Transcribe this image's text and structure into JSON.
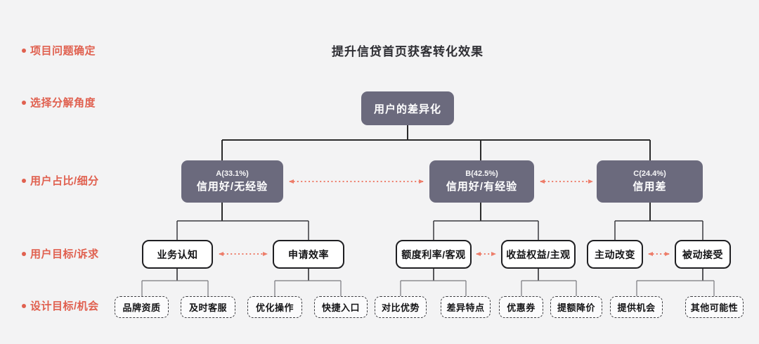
{
  "page": {
    "title": "提升信贷首页获客转化效果"
  },
  "row_labels": [
    {
      "label": "项目问题确定"
    },
    {
      "label": "选择分解角度"
    },
    {
      "label": "用户占比/细分"
    },
    {
      "label": "用户目标/诉求"
    },
    {
      "label": "设计目标/机会"
    }
  ],
  "tree": {
    "root": {
      "label": "用户的差异化"
    },
    "segments": [
      {
        "share": "A(33.1%)",
        "label": "信用好/无经验"
      },
      {
        "share": "B(42.5%)",
        "label": "信用好/有经验"
      },
      {
        "share": "C(24.4%)",
        "label": "信用差"
      }
    ],
    "goals": [
      {
        "label": "业务认知"
      },
      {
        "label": "申请效率"
      },
      {
        "label": "额度利率/客观"
      },
      {
        "label": "收益权益/主观"
      },
      {
        "label": "主动改变"
      },
      {
        "label": "被动接受"
      }
    ],
    "opportunities": [
      {
        "label": "品牌资质"
      },
      {
        "label": "及时客服"
      },
      {
        "label": "优化操作"
      },
      {
        "label": "快捷入口"
      },
      {
        "label": "对比优势"
      },
      {
        "label": "差异特点"
      },
      {
        "label": "优惠券"
      },
      {
        "label": "提额降价"
      },
      {
        "label": "提供机会"
      },
      {
        "label": "其他可能性"
      }
    ]
  },
  "colors": {
    "background": "#f3f3f4",
    "accent_red": "#e0604f",
    "node_dark": "#6b6a7d",
    "arrow": "#ed7d6a",
    "line_dark": "#2b2b2b"
  }
}
